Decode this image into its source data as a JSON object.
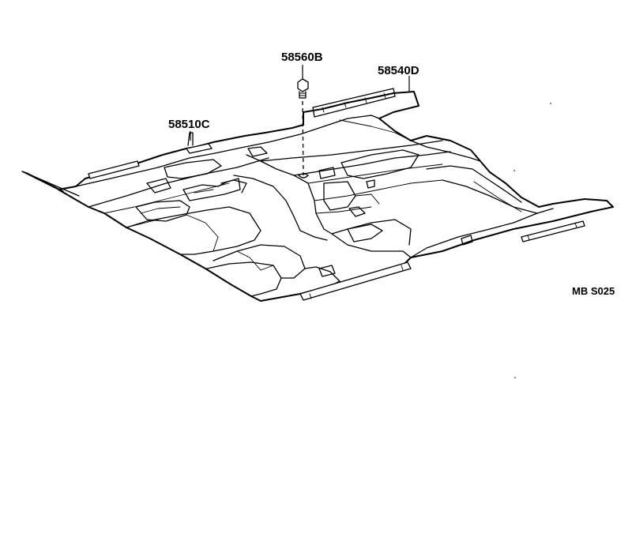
{
  "parts": [
    {
      "id": "p1",
      "label": "58560B"
    },
    {
      "id": "p2",
      "label": "58540D"
    },
    {
      "id": "p3",
      "label": "58510C"
    }
  ],
  "diagram_code": "MB S025"
}
